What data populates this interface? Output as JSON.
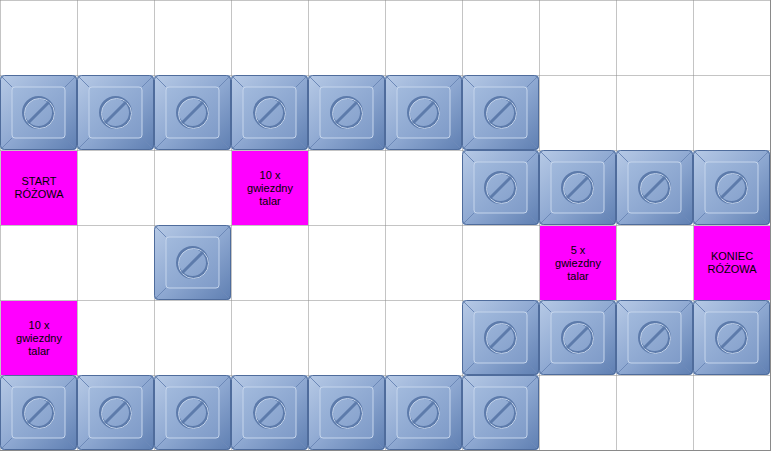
{
  "diagram": {
    "nodes": [
      {
        "text": [
          "START RÓŻOWA"
        ]
      },
      {
        "text": [
          "10 x gwiezdny talar"
        ]
      },
      {
        "text": [
          "5 x gwiezdny talar"
        ]
      },
      {
        "text": [
          "KONIEC RÓŻOWA"
        ]
      },
      {
        "text": [
          "10 x gwiezdny talar"
        ]
      }
    ]
  }
}
